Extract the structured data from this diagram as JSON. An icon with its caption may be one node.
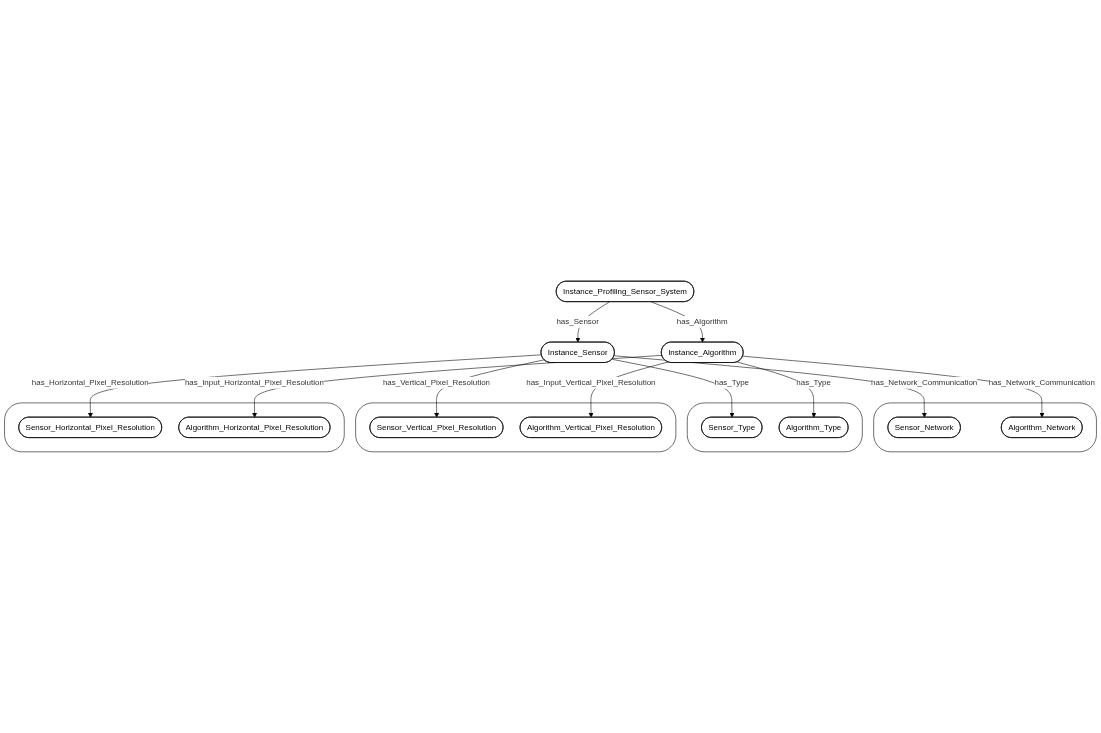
{
  "diagram": {
    "nodes": [
      {
        "text": [
          "Instance_Profiling_Sensor_System"
        ]
      },
      {
        "text": [
          "Instance_Sensor"
        ]
      },
      {
        "text": [
          "Instance_Algorithm"
        ]
      },
      {
        "text": [],
        "shape": "box"
      },
      {
        "text": [
          "Sensor_Network"
        ],
        "in": 3
      },
      {
        "text": [
          "Algorithm_Network"
        ],
        "in": 3
      },
      {
        "text": [],
        "shape": "box"
      },
      {
        "text": [
          "Sensor_Type"
        ],
        "in": 6
      },
      {
        "text": [
          "Algorithm_Type"
        ],
        "in": 6
      },
      {
        "text": [],
        "shape": "box"
      },
      {
        "text": [
          "Sensor_Vertical_Pixel_Resolution"
        ],
        "in": 9
      },
      {
        "text": [
          "Algorithm_Vertical_Pixel_Resolution"
        ],
        "in": 9
      },
      {
        "text": [],
        "shape": "box"
      },
      {
        "text": [
          "Sensor_Horizontal_Pixel_Resolution"
        ],
        "in": 12
      },
      {
        "text": [
          "Algorithm_Horizontal_Pixel_Resolution"
        ],
        "in": 12
      }
    ],
    "edges": [
      {
        "from": 0,
        "to": 1,
        "arrow": "to",
        "label": "has_Sensor"
      },
      {
        "from": 0,
        "to": 2,
        "arrow": "to",
        "label": "has_Algorithm"
      },
      {
        "from": 1,
        "to": 4,
        "arrow": "to",
        "label": "has_Network_Communication"
      },
      {
        "from": 2,
        "to": 5,
        "arrow": "to",
        "label": "has_Network_Communication"
      },
      {
        "from": 1,
        "to": 7,
        "arrow": "to",
        "label": "has_Type"
      },
      {
        "from": 2,
        "to": 8,
        "arrow": "to",
        "label": "has_Type"
      },
      {
        "from": 1,
        "to": 10,
        "arrow": "to",
        "label": "has_Vertical_Pixel_Resolution"
      },
      {
        "from": 2,
        "to": 11,
        "arrow": "to",
        "label": "has_Input_Vertical_Pixel_Resolution"
      },
      {
        "from": 1,
        "to": 13,
        "arrow": "to",
        "label": "has_Horizontal_Pixel_Resolution"
      },
      {
        "from": 2,
        "to": 14,
        "arrow": "to",
        "label": "has_Input_Horizontal_Pixel_Resolution"
      }
    ]
  }
}
